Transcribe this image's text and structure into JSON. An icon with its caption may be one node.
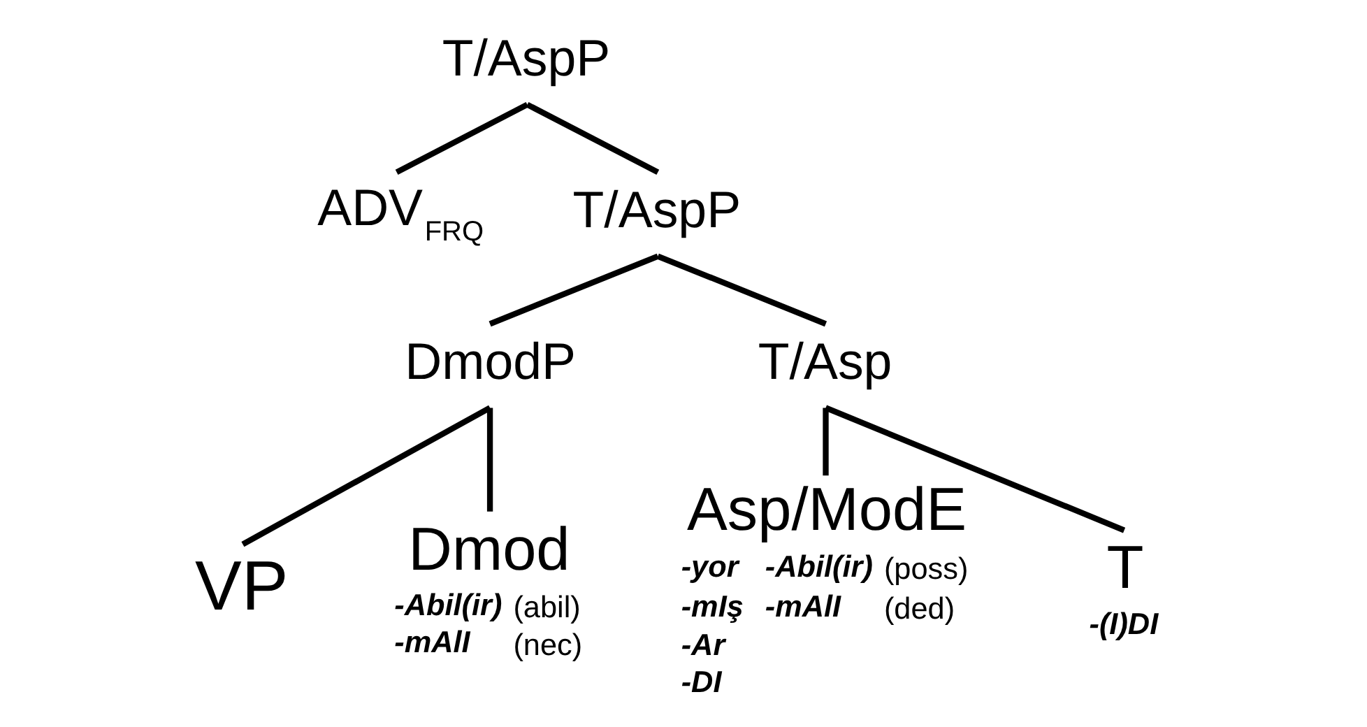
{
  "diagram": {
    "nodes": [
      {
        "text": [
          "T/AspP"
        ]
      },
      {
        "text": [
          "ADV$_{FRQ}$"
        ]
      },
      {
        "text": [
          "T/AspP"
        ]
      },
      {
        "text": [
          "DmodP"
        ]
      },
      {
        "text": [
          "T/Asp"
        ]
      },
      {
        "text": [
          "VP"
        ]
      },
      {
        "text": [
          "Dmod"
        ],
        "beside": [
          "-Abil(ir)",
          "(abil)",
          "-mAlI",
          "(nec)"
        ]
      },
      {
        "text": [
          "Asp/ModE"
        ],
        "beside": [
          "-yor",
          "-mIş",
          "-Ar",
          "-DI",
          "-Abil(ir)",
          "(poss)",
          "-mAlI",
          "(ded)"
        ]
      },
      {
        "text": [
          "T"
        ],
        "beside": [
          "-(I)DI"
        ]
      }
    ],
    "edges": [
      {
        "from": 0,
        "to": 1,
        "arrow": "none"
      },
      {
        "from": 0,
        "to": 2,
        "arrow": "none"
      },
      {
        "from": 2,
        "to": 3,
        "arrow": "none"
      },
      {
        "from": 2,
        "to": 4,
        "arrow": "none"
      },
      {
        "from": 3,
        "to": 5,
        "arrow": "none"
      },
      {
        "from": 3,
        "to": 6,
        "arrow": "none"
      },
      {
        "from": 4,
        "to": 7,
        "arrow": "none"
      },
      {
        "from": 4,
        "to": 8,
        "arrow": "none"
      }
    ]
  }
}
